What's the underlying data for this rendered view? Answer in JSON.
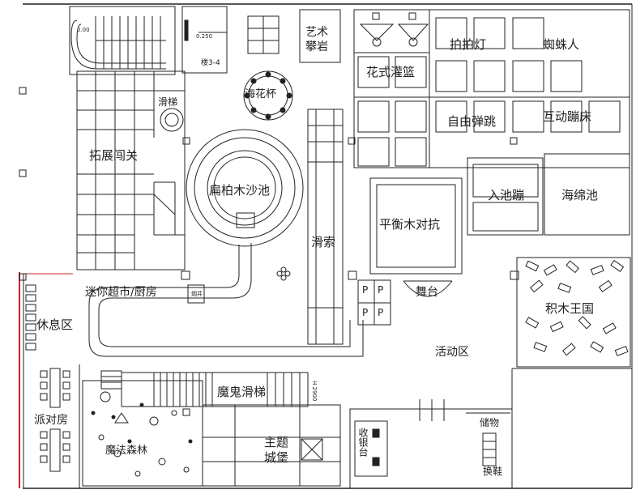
{
  "zones": {
    "art_climbing": "艺术\n攀岩",
    "stair_tag": "楼3-4",
    "haihua_pool": "海花杯",
    "small_slide": "滑梯",
    "expand_challenge": "拓展闯关",
    "pine_sand_pool": "扁柏木沙池",
    "zipline": "滑索",
    "fancy_basket": "花式灌篮",
    "pat_lights": "拍拍灯",
    "spiderman": "蜘蛛人",
    "free_jump": "自由弹跳",
    "interactive_trampoline": "互动蹦床",
    "pool_trampoline": "入池蹦",
    "sponge_pool": "海绵池",
    "balance_beam": "平衡木对抗",
    "mini_market": "迷你超市/厨房",
    "well_tag": "烟井",
    "stage": "舞台",
    "block_kingdom": "积木王国",
    "rest_area": "休息区",
    "activity_area": "活动区",
    "party_room": "派对房",
    "devil_slide": "魔鬼滑梯",
    "dim_2900": "H 2900",
    "magic_forest": "魔法森林",
    "theme_castle": "主题\n城堡",
    "cashier": "收银台",
    "storage": "储物",
    "shoe_change": "换鞋",
    "parking": [
      "P",
      "P",
      "P",
      "P"
    ],
    "stair_small_a": "0.00",
    "stair_small_b": "0.250"
  },
  "colors": {
    "line": "#222222",
    "accent_wall": "#d22020"
  }
}
